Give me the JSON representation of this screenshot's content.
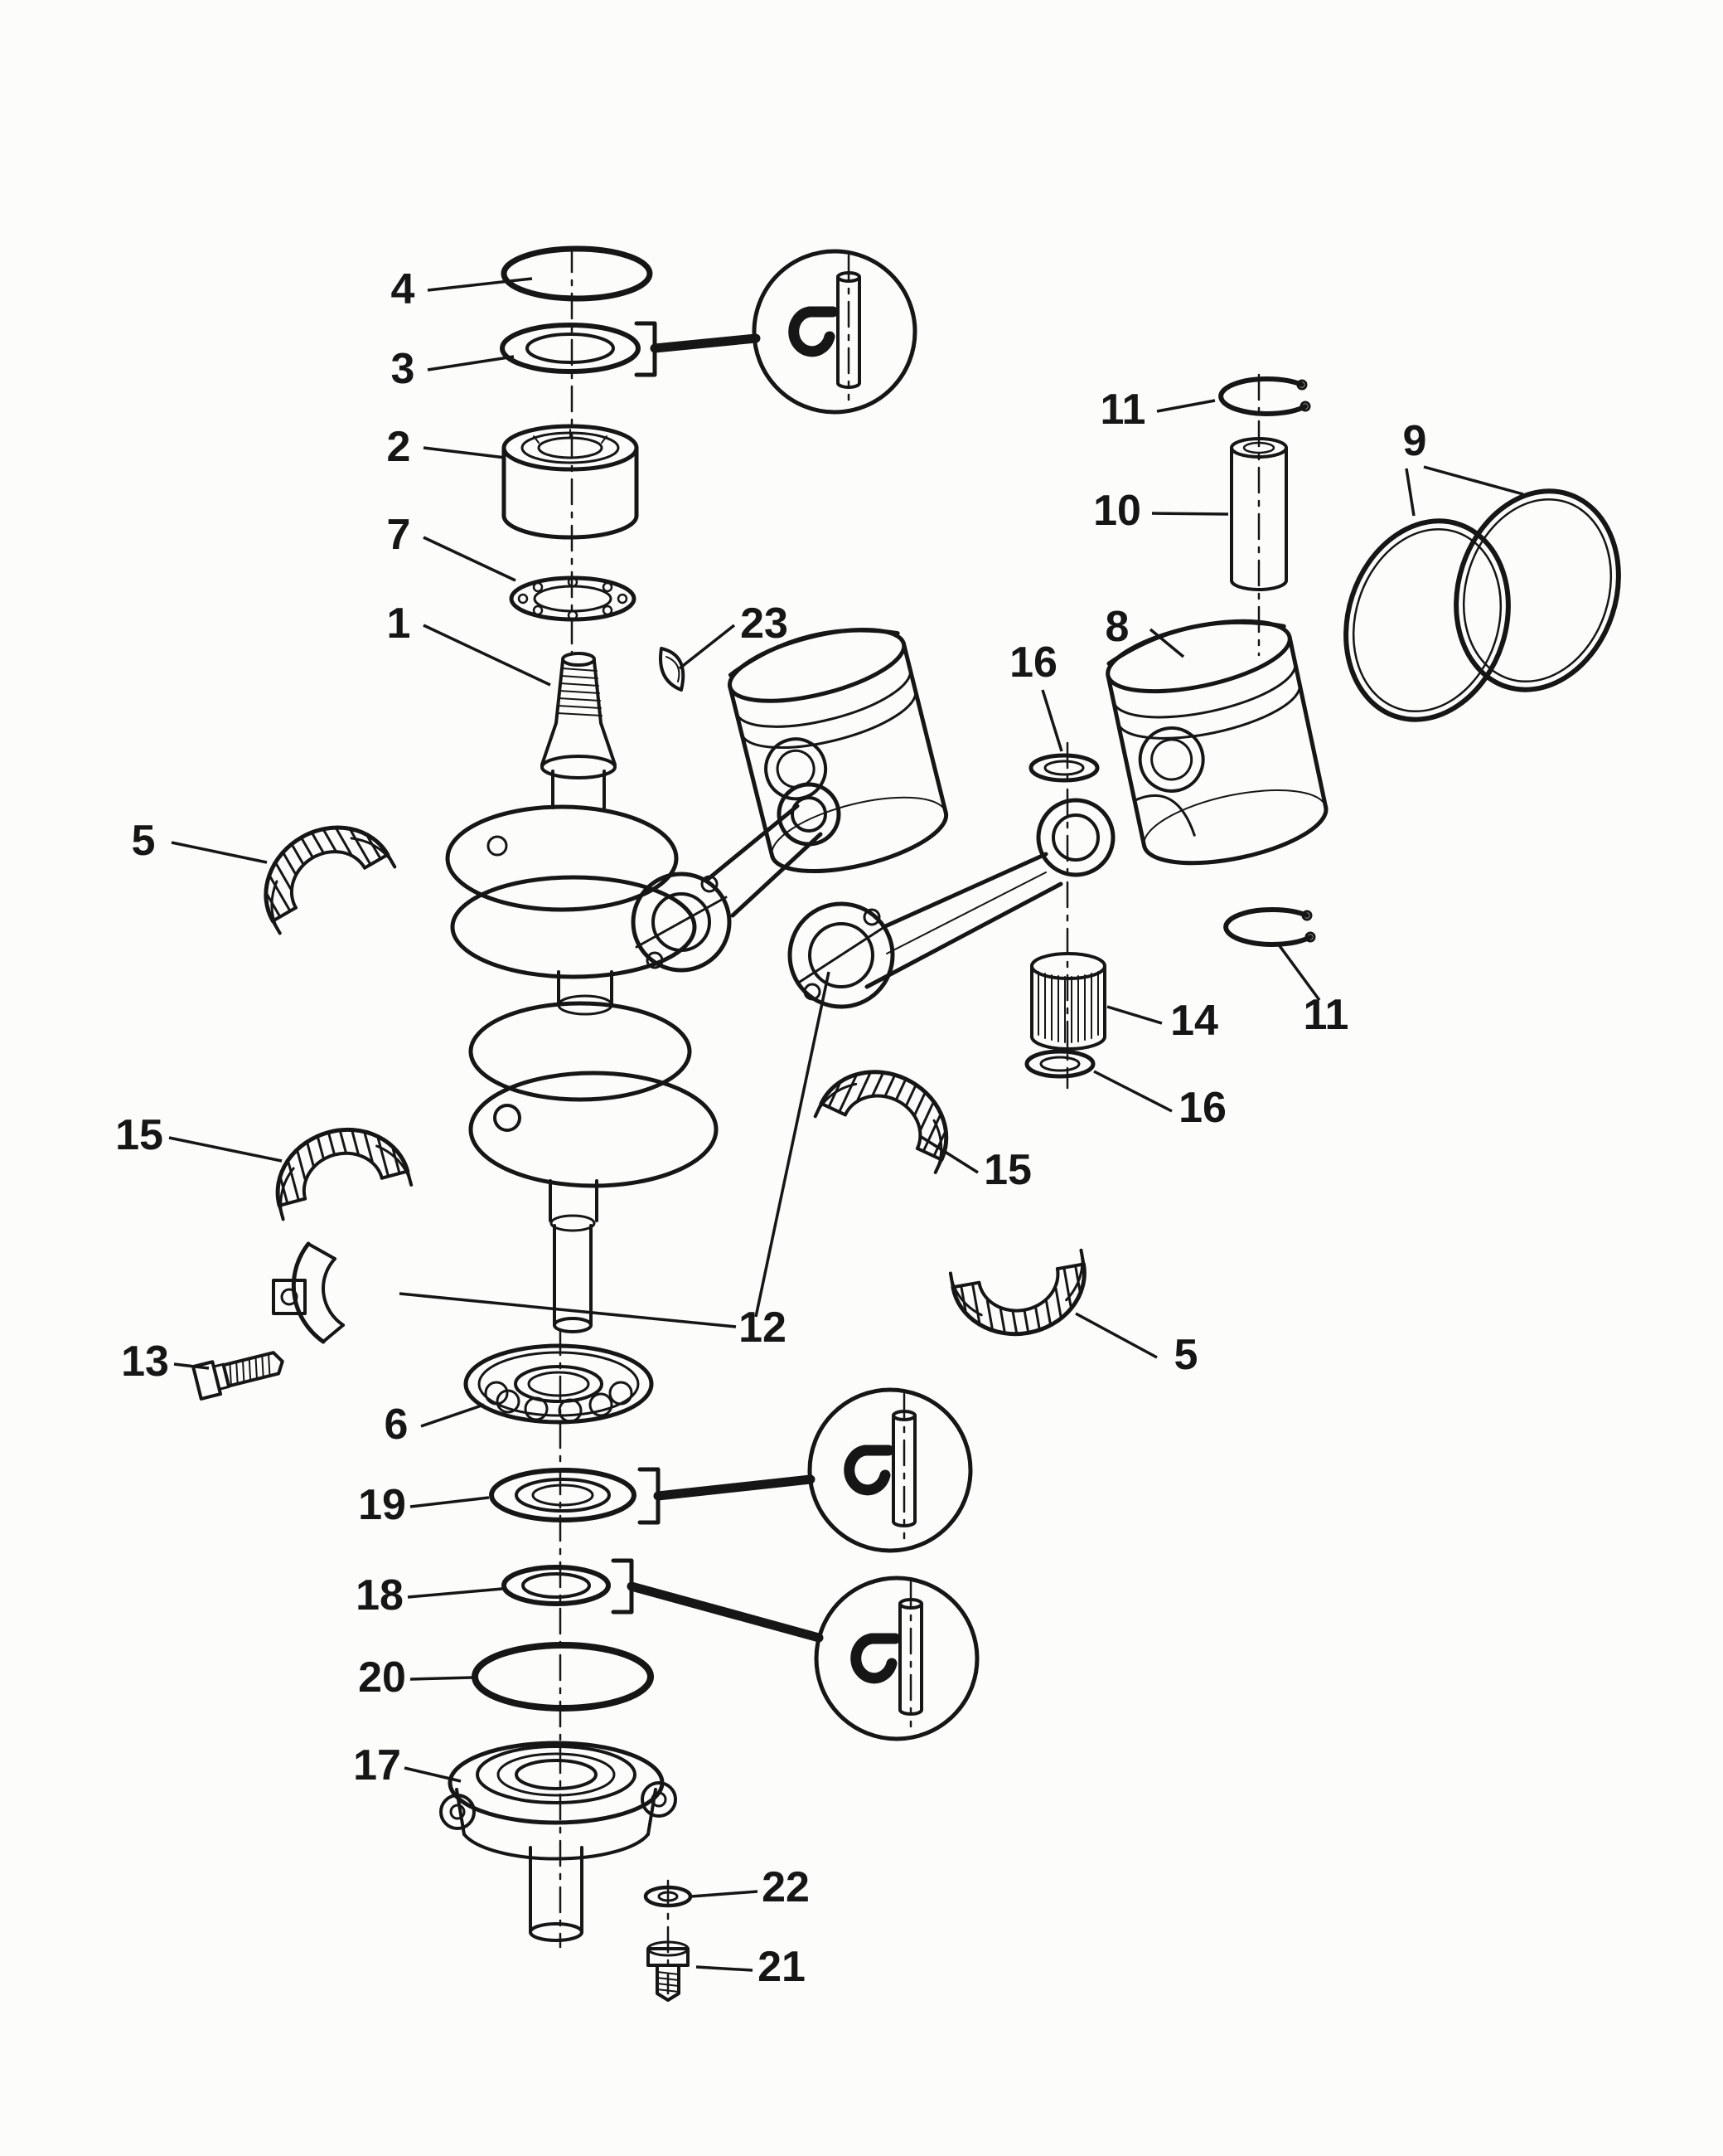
{
  "figure": {
    "kind": "exploded-parts-diagram",
    "background": "#fcfcfa",
    "ink": "#161616"
  },
  "callouts": [
    "4",
    "3",
    "2",
    "7",
    "1",
    "23",
    "11",
    "10",
    "9",
    "8",
    "16",
    "5",
    "14",
    "16",
    "15",
    "15",
    "12",
    "5",
    "13",
    "6",
    "19",
    "18",
    "20",
    "17",
    "22",
    "21",
    "11"
  ]
}
